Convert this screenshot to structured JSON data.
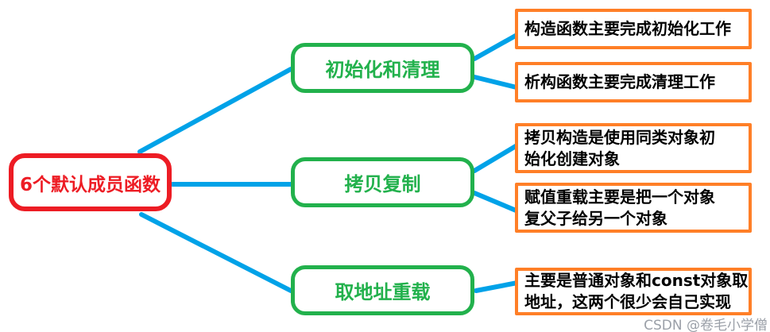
{
  "diagram": {
    "type": "mindmap",
    "title_node": "6个默认成员函数",
    "colors": {
      "root_border": "#ED1C24",
      "root_text": "#ED1C24",
      "branch_border": "#22B14C",
      "branch_text": "#22B14C",
      "leaf_border": "#FF7F27",
      "leaf_text": "#000000",
      "connector": "#00A2E8",
      "watermark_text": "#9BA0A8"
    },
    "root": {
      "label": "6个默认成员函数"
    },
    "branches": [
      {
        "label": "初始化和清理"
      },
      {
        "label": "拷贝复制"
      },
      {
        "label": "取地址重载"
      }
    ],
    "leaves": [
      {
        "text": "构造函数主要完成初始化工作",
        "parent": "初始化和清理"
      },
      {
        "text": "析构函数主要完成清理工作",
        "parent": "初始化和清理"
      },
      {
        "text": "拷贝构造是使用同类对象初\n始化创建对象",
        "parent": "拷贝复制"
      },
      {
        "text": "赋值重载主要是把一个对象\n复父子给另一个对象",
        "parent": "拷贝复制"
      },
      {
        "text": "主要是普通对象和const对象取\n地址，这两个很少会自己实现",
        "parent": "取地址重载"
      }
    ],
    "edges": [
      {
        "from": "root",
        "to": "branch-0"
      },
      {
        "from": "root",
        "to": "branch-1"
      },
      {
        "from": "root",
        "to": "branch-2"
      },
      {
        "from": "branch-0",
        "to": "leaf-0"
      },
      {
        "from": "branch-0",
        "to": "leaf-1"
      },
      {
        "from": "branch-1",
        "to": "leaf-2"
      },
      {
        "from": "branch-1",
        "to": "leaf-3"
      },
      {
        "from": "branch-2",
        "to": "leaf-4"
      }
    ],
    "watermark": {
      "text": "CSDN @卷毛小学僧"
    }
  }
}
